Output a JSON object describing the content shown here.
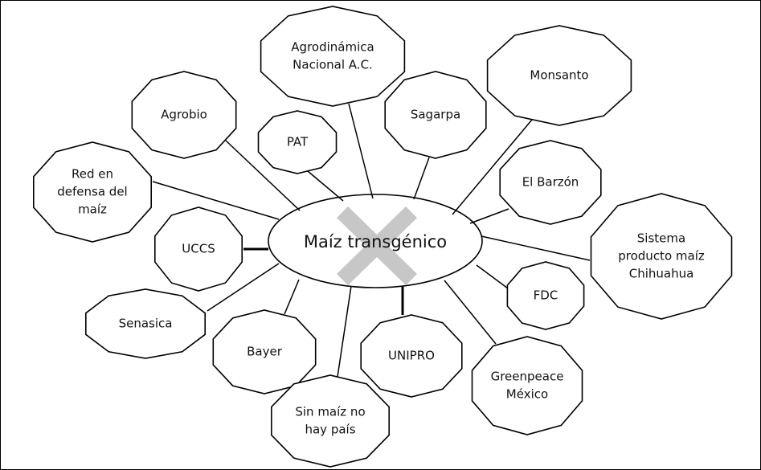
{
  "center": {
    "label": "Maíz transgénico"
  },
  "nodes": [
    {
      "id": "agrodinamica",
      "lines": [
        "Agrodinámica",
        "Nacional A.C."
      ],
      "link": "thin"
    },
    {
      "id": "monsanto",
      "lines": [
        "Monsanto"
      ],
      "link": "thin"
    },
    {
      "id": "sagarpa",
      "lines": [
        "Sagarpa"
      ],
      "link": "thin"
    },
    {
      "id": "agrobio",
      "lines": [
        "Agrobio"
      ],
      "link": "thin"
    },
    {
      "id": "pat",
      "lines": [
        "PAT"
      ],
      "link": "thin"
    },
    {
      "id": "red",
      "lines": [
        "Red en",
        "defensa del",
        "maíz"
      ],
      "link": "thin"
    },
    {
      "id": "barzon",
      "lines": [
        "El Barzón"
      ],
      "link": "thin"
    },
    {
      "id": "uccs",
      "lines": [
        "UCCS"
      ],
      "link": "bold"
    },
    {
      "id": "sistema",
      "lines": [
        "Sistema",
        "producto maíz",
        "Chihuahua"
      ],
      "link": "thin"
    },
    {
      "id": "fdc",
      "lines": [
        "FDC"
      ],
      "link": "thin"
    },
    {
      "id": "senasica",
      "lines": [
        "Senasica"
      ],
      "link": "thin"
    },
    {
      "id": "bayer",
      "lines": [
        "Bayer"
      ],
      "link": "thin"
    },
    {
      "id": "unipro",
      "lines": [
        "UNIPRO"
      ],
      "link": "bold"
    },
    {
      "id": "greenpeace",
      "lines": [
        "Greenpeace",
        "México"
      ],
      "link": "thin"
    },
    {
      "id": "sinmaiz",
      "lines": [
        "Sin maíz no",
        "hay país"
      ],
      "link": "thin"
    }
  ]
}
